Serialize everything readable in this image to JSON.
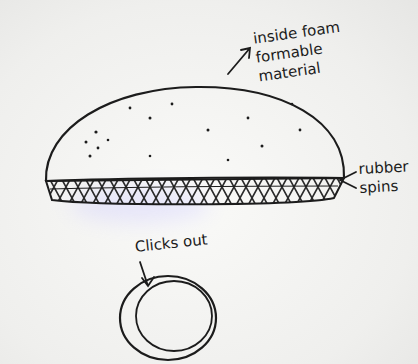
{
  "diagram": {
    "labels": [
      "inside foam formable material",
      "rubber spins",
      "Clicks out"
    ]
  }
}
